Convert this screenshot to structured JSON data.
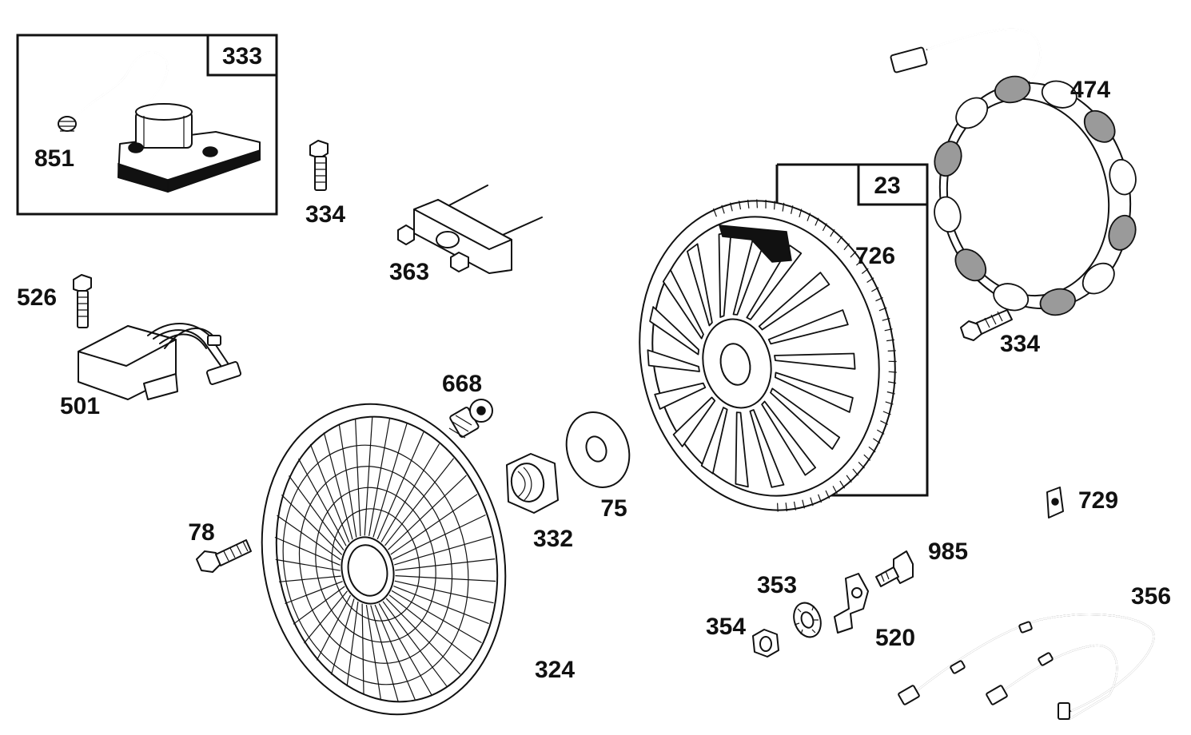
{
  "diagram": {
    "boxed_callouts": [
      {
        "id": "ignition-armature-kit",
        "label": "333"
      },
      {
        "id": "flywheel-kit",
        "label": "23"
      }
    ],
    "part_labels": {
      "p851": "851",
      "p334a": "334",
      "p363": "363",
      "p526": "526",
      "p501": "501",
      "p668": "668",
      "p726": "726",
      "p474": "474",
      "p334b": "334",
      "p75": "75",
      "p332": "332",
      "p78": "78",
      "p324": "324",
      "p729": "729",
      "p985": "985",
      "p353": "353",
      "p354": "354",
      "p520": "520",
      "p356": "356"
    },
    "colors": {
      "ink": "#111111",
      "background": "#ffffff",
      "shade": "#9a9a9a"
    }
  }
}
